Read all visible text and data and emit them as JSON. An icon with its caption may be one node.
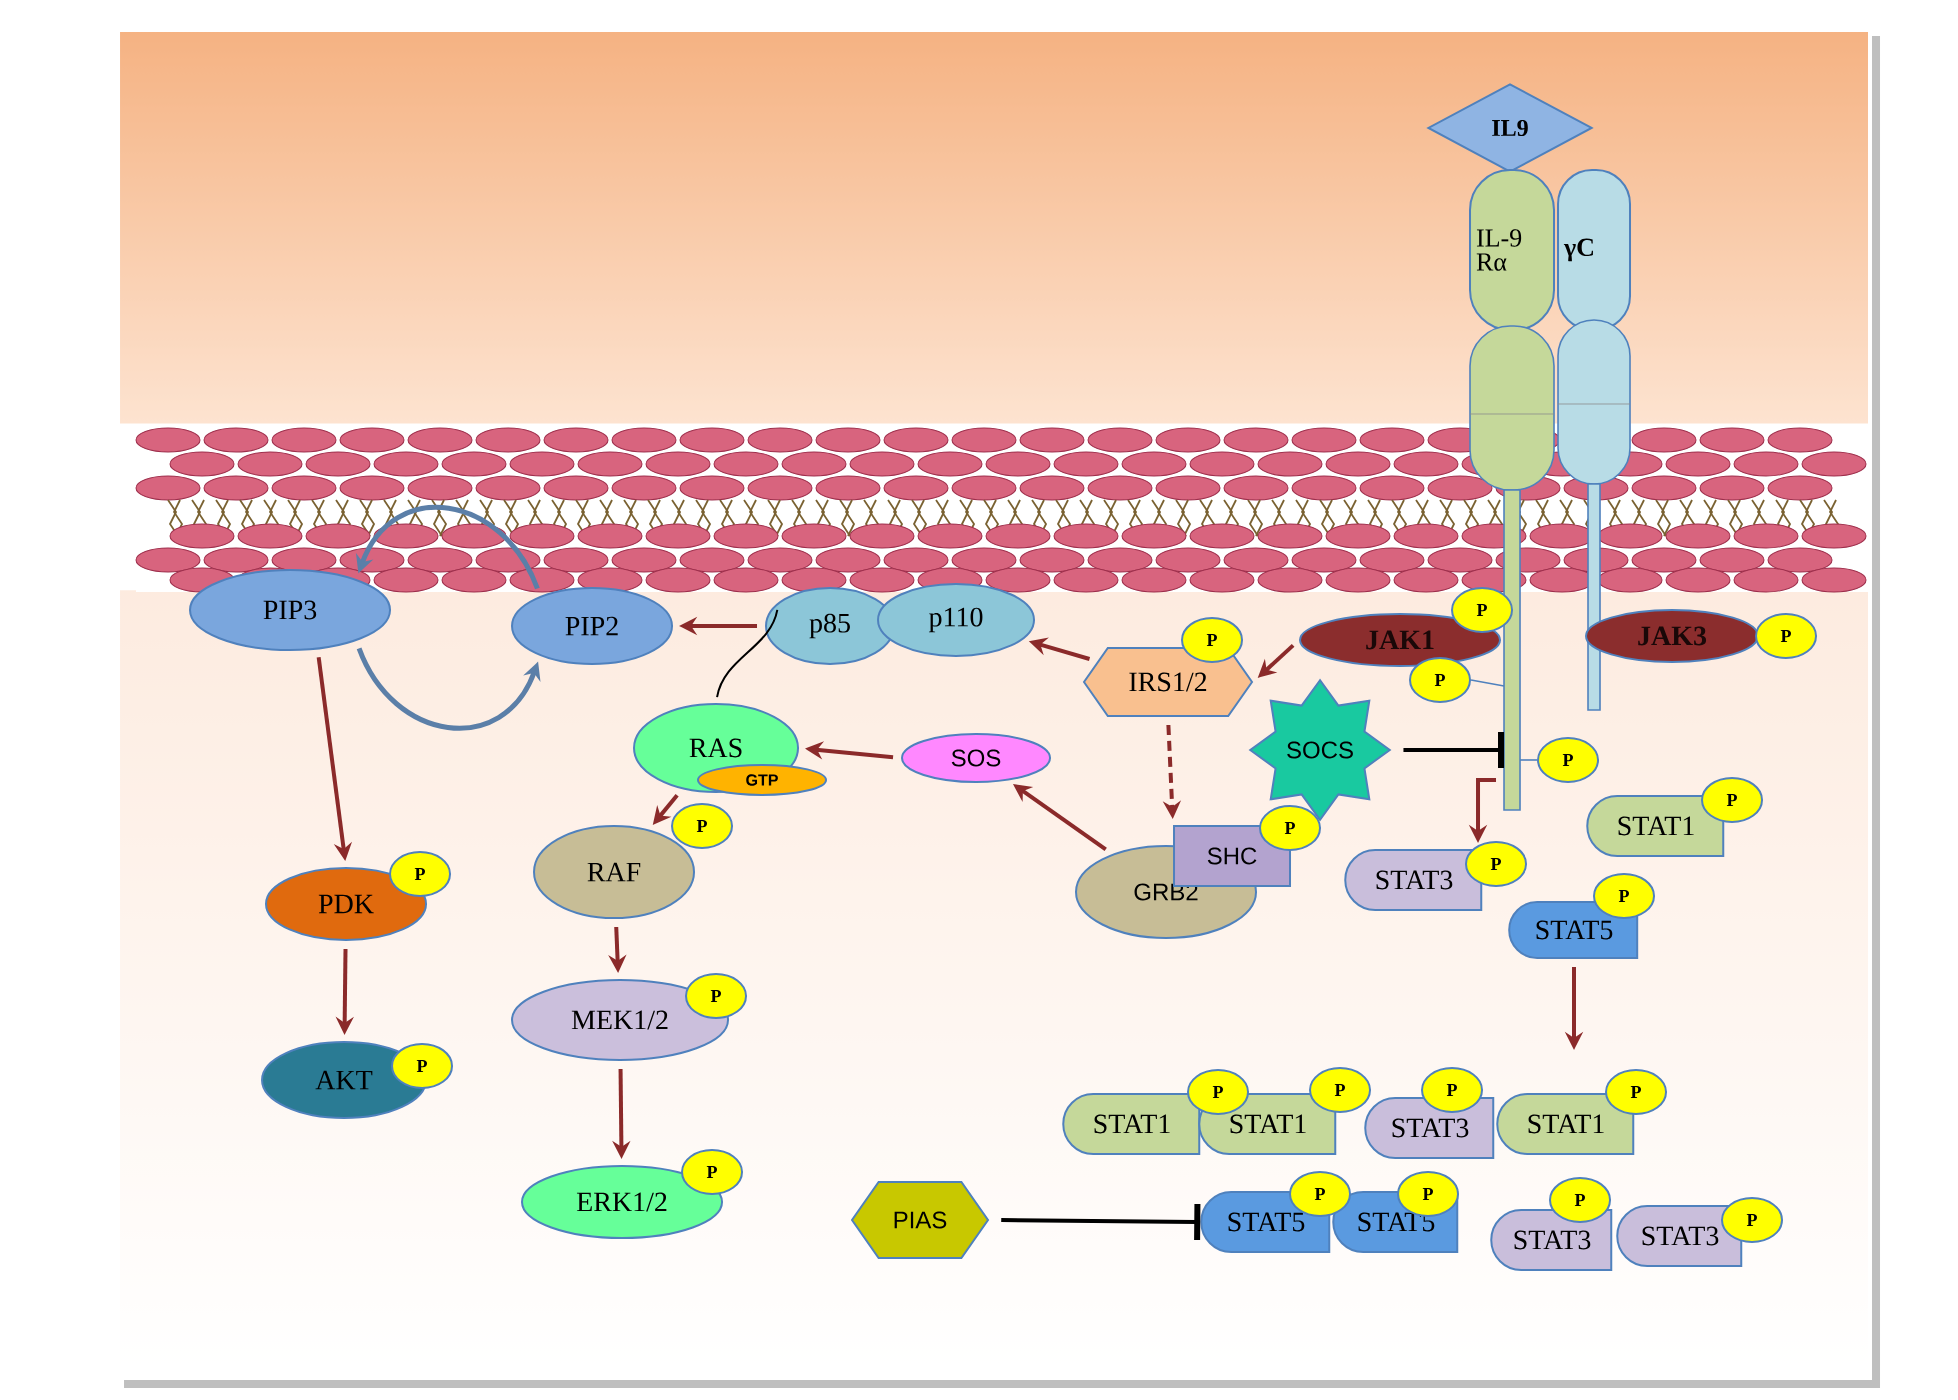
{
  "diagram": {
    "nodes": [
      {
        "text": [
          "IL9"
        ]
      },
      {
        "text": [
          "IL-9 Rα"
        ]
      },
      {
        "text": [
          "γC"
        ]
      },
      {
        "text": [
          "JAK1"
        ]
      },
      {
        "text": [
          "P"
        ]
      },
      {
        "text": [
          "JAK3"
        ]
      },
      {
        "text": [
          "P"
        ]
      },
      {
        "text": [
          "P"
        ]
      },
      {
        "text": [
          "P"
        ]
      },
      {
        "text": [
          "PIP3"
        ]
      },
      {
        "text": [
          "PIP2"
        ]
      },
      {
        "text": [
          "p85"
        ]
      },
      {
        "text": [
          "p110"
        ]
      },
      {
        "text": [
          "IRS1/2"
        ]
      },
      {
        "text": [
          "P"
        ]
      },
      {
        "text": [
          "RAS"
        ]
      },
      {
        "text": [
          "GTP"
        ]
      },
      {
        "text": [
          "SOS"
        ]
      },
      {
        "text": [
          "SOCS"
        ]
      },
      {
        "text": [
          "RAF"
        ]
      },
      {
        "text": [
          "P"
        ]
      },
      {
        "text": [
          "PDK"
        ]
      },
      {
        "text": [
          "P"
        ]
      },
      {
        "text": [
          "GRB2"
        ]
      },
      {
        "text": [
          "SHC"
        ]
      },
      {
        "text": [
          "P"
        ]
      },
      {
        "text": [
          "STAT1"
        ]
      },
      {
        "text": [
          "P"
        ]
      },
      {
        "text": [
          "STAT3"
        ]
      },
      {
        "text": [
          "P"
        ]
      },
      {
        "text": [
          "STAT5"
        ]
      },
      {
        "text": [
          "P"
        ]
      },
      {
        "text": [
          "MEK1/2"
        ]
      },
      {
        "text": [
          "P"
        ]
      },
      {
        "text": [
          "AKT"
        ]
      },
      {
        "text": [
          "P"
        ]
      },
      {
        "text": [
          "STAT1"
        ]
      },
      {
        "text": [
          "P"
        ]
      },
      {
        "text": [
          "STAT1"
        ]
      },
      {
        "text": [
          "P"
        ]
      },
      {
        "text": [
          "STAT3"
        ]
      },
      {
        "text": [
          "P"
        ]
      },
      {
        "text": [
          "STAT1"
        ]
      },
      {
        "text": [
          "P"
        ]
      },
      {
        "text": [
          "ERK1/2"
        ]
      },
      {
        "text": [
          "P"
        ]
      },
      {
        "text": [
          "PIAS"
        ]
      },
      {
        "text": [
          "STAT5"
        ]
      },
      {
        "text": [
          "P"
        ]
      },
      {
        "text": [
          "STAT5"
        ]
      },
      {
        "text": [
          "P"
        ]
      },
      {
        "text": [
          "STAT3"
        ]
      },
      {
        "text": [
          "P"
        ]
      },
      {
        "text": [
          "STAT3"
        ]
      },
      {
        "text": [
          "P"
        ]
      }
    ],
    "edges": [
      {
        "from": 11,
        "to": 10,
        "arrow": "to"
      },
      {
        "from": 10,
        "to": 9,
        "arrow": "to",
        "color": "#5b7fa8"
      },
      {
        "from": 9,
        "to": 10,
        "arrow": "to",
        "color": "#5b7fa8"
      },
      {
        "from": 9,
        "to": 21,
        "arrow": "to"
      },
      {
        "from": 21,
        "to": 34,
        "arrow": "to"
      },
      {
        "from": 15,
        "to": 19,
        "arrow": "to"
      },
      {
        "from": 19,
        "to": 32,
        "arrow": "to"
      },
      {
        "from": 32,
        "to": 44,
        "arrow": "to"
      },
      {
        "from": 17,
        "to": 15,
        "arrow": "to"
      },
      {
        "from": 23,
        "to": 17,
        "arrow": "to"
      },
      {
        "from": 13,
        "to": 12,
        "arrow": "to"
      },
      {
        "from": 3,
        "to": 13,
        "arrow": "to"
      },
      {
        "from": 13,
        "to": 24,
        "arrow": "to",
        "style": "dashed"
      },
      {
        "from": 1,
        "to": 28,
        "arrow": "to"
      },
      {
        "from": 18,
        "to": 1,
        "arrow": "other",
        "color": "#000000"
      },
      {
        "from": 30,
        "to": null,
        "arrow": "to"
      },
      {
        "from": 46,
        "to": 47,
        "arrow": "other",
        "color": "#000000"
      },
      {
        "from": 11,
        "to": 15,
        "arrow": "none",
        "color": "#000000"
      },
      {
        "from": 1,
        "to": 7,
        "arrow": "none",
        "color": "#4f81bd"
      },
      {
        "from": 1,
        "to": 8,
        "arrow": "none",
        "color": "#4f81bd"
      }
    ]
  }
}
